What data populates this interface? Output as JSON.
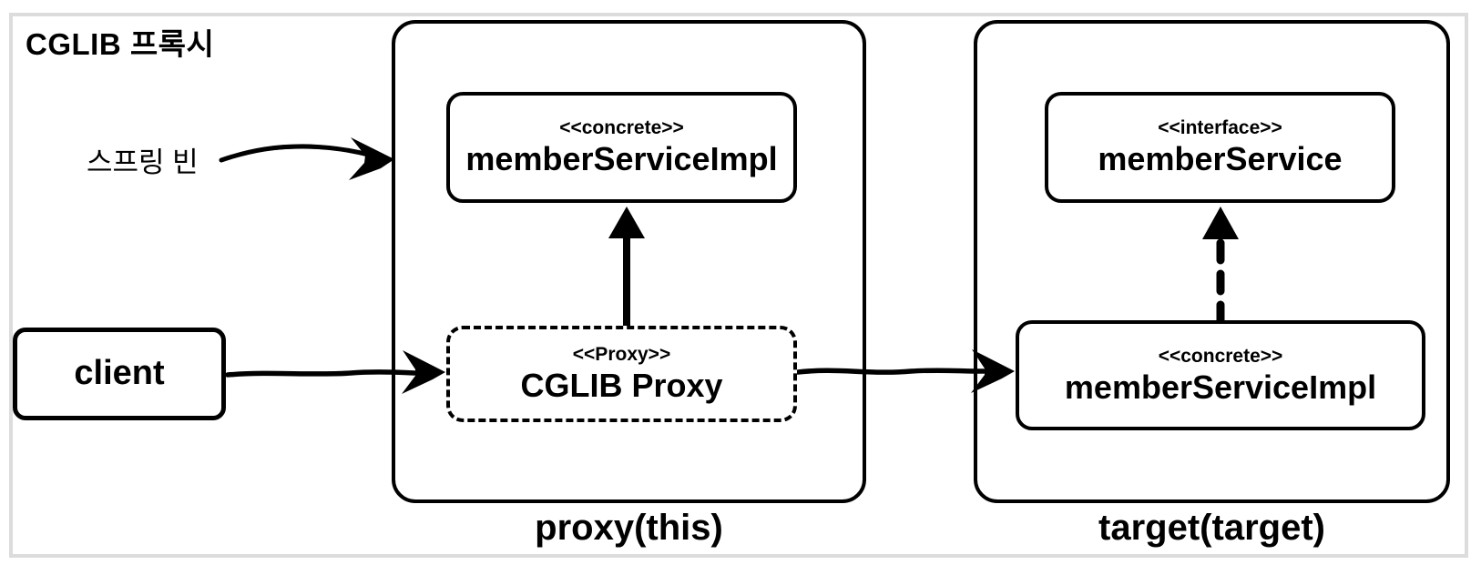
{
  "diagram": {
    "title": "CGLIB 프록시",
    "spring_bean_label": "스프링 빈",
    "client_box": {
      "label": "client"
    },
    "proxy_group": {
      "caption": "proxy(this)",
      "concrete_box": {
        "stereotype": "<<concrete>>",
        "name": "memberServiceImpl"
      },
      "proxy_box": {
        "stereotype": "<<Proxy>>",
        "name": "CGLIB Proxy"
      }
    },
    "target_group": {
      "caption": "target(target)",
      "interface_box": {
        "stereotype": "<<interface>>",
        "name": "memberService"
      },
      "concrete_box": {
        "stereotype": "<<concrete>>",
        "name": "memberServiceImpl"
      }
    },
    "arrows": [
      {
        "from": "client",
        "to": "CGLIB Proxy",
        "style": "sketch-solid"
      },
      {
        "from": "CGLIB Proxy",
        "to": "memberServiceImpl (proxy group)",
        "style": "solid"
      },
      {
        "from": "CGLIB Proxy",
        "to": "memberServiceImpl (target group)",
        "style": "sketch-solid"
      },
      {
        "from": "memberServiceImpl (target group)",
        "to": "memberService",
        "style": "dashed"
      },
      {
        "from": "스프링 빈",
        "to": "proxy group",
        "style": "sketch-curved"
      }
    ],
    "colors": {
      "line": "#000000",
      "background": "#ffffff",
      "frame_border": "#dcdcdc"
    }
  }
}
